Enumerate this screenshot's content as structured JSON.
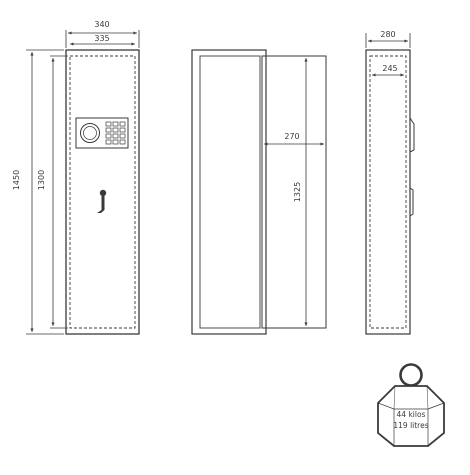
{
  "dimensions": {
    "outer_width": "340",
    "inner_width": "335",
    "total_height": "1450",
    "inner_height": "1300",
    "door_open_depth": "270",
    "door_height": "1325",
    "outer_depth": "280",
    "inner_depth": "245"
  },
  "weight_badge": {
    "weight": "44 kilos",
    "volume": "119 litres"
  },
  "colors": {
    "line": "#3a3a3a",
    "panel": "#ffffff"
  },
  "icons": {
    "keypad": "keypad-icon",
    "handle": "handle-icon",
    "weight": "weight-icon"
  }
}
